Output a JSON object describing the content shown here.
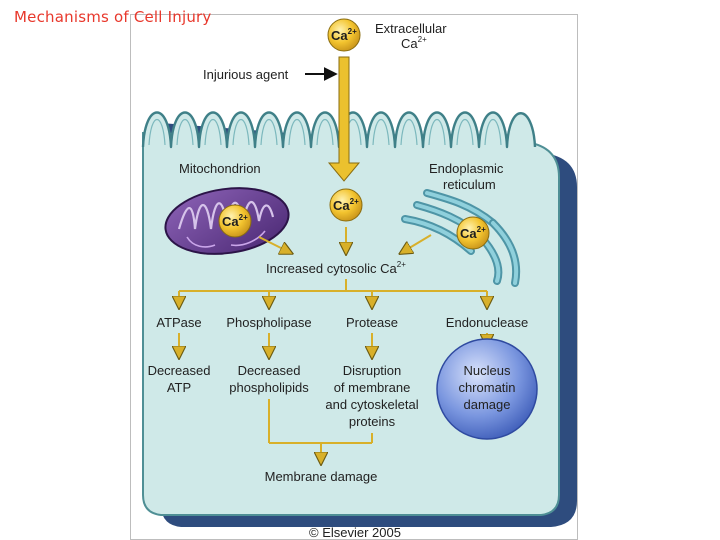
{
  "slide": {
    "title": "Mechanisms of Cell Injury"
  },
  "diagram": {
    "ion": {
      "base": "Ca",
      "charge": "2+"
    },
    "extracellular": {
      "line1": "Extracellular",
      "line2": "Ca"
    },
    "injurious_agent": "Injurious agent",
    "mitochondrion": "Mitochondrion",
    "er": {
      "line1": "Endoplasmic",
      "line2": "reticulum"
    },
    "cytosolic": "Increased cytosolic Ca",
    "enzymes": [
      "ATPase",
      "Phospholipase",
      "Protease",
      "Endonuclease"
    ],
    "decreased_atp": {
      "line1": "Decreased",
      "line2": "ATP"
    },
    "decreased_phospholipids": {
      "line1": "Decreased",
      "line2": "phospholipids"
    },
    "disruption": {
      "line1": "Disruption",
      "line2": "of membrane",
      "line3": "and cytoskeletal",
      "line4": "proteins"
    },
    "nucleus": {
      "line1": "Nucleus",
      "line2": "chromatin",
      "line3": "damage"
    },
    "membrane_damage": "Membrane damage",
    "copyright": "© Elsevier 2005"
  },
  "colors": {
    "cell_fill": "#cfe9e8",
    "cell_shadow": "#2e4c7e",
    "calcium_fill": "#f3c42f",
    "arrow_main": "#ebc12e",
    "mitochondrion": "#6a3d94",
    "er": "#6fb8c6",
    "nucleus": "#7a96df",
    "title": "#e8382c"
  }
}
